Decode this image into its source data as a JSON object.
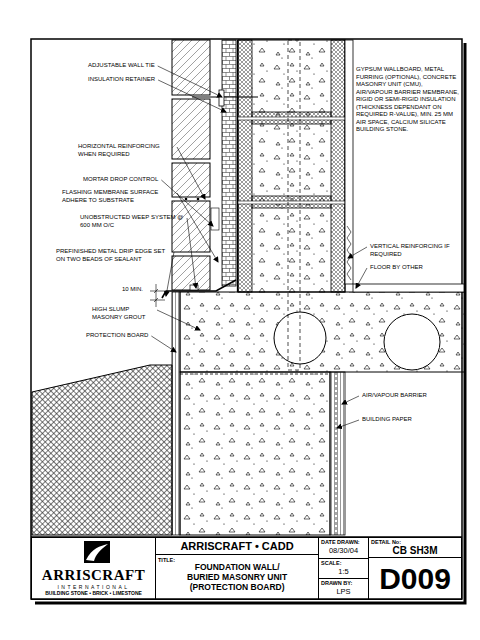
{
  "diagram": {
    "nodes": [
      {
        "text": [
          "ARRISCRAFT",
          "INTERNATIONAL",
          "BUILDING STONE • BRICK • LIMESTONE"
        ]
      },
      {
        "text": [
          "ARRISCRAFT • CADD"
        ]
      },
      {
        "text": [
          "TITLE:",
          "FOUNDATION WALL/ BURIED MASONRY UNIT (PROTECTION BOARD)"
        ]
      },
      {
        "text": [
          "DATE DRAWN:",
          "08/30/04"
        ]
      },
      {
        "text": [
          "SCALE:",
          "1:5"
        ]
      },
      {
        "text": [
          "DRAWN BY:",
          "LPS"
        ]
      },
      {
        "text": [
          "DETAIL No:",
          "CB SH3M"
        ]
      },
      {
        "text": [
          "D009"
        ]
      }
    ],
    "labels": [
      "ADJUSTABLE WALL TIE",
      "INSULATION RETAINER",
      "HORIZONTAL REINFORCING WHEN REQUIRED",
      "MORTAR DROP CONTROL",
      "FLASHING MEMBRANE SURFACE ADHERE TO SUBSTRATE",
      "UNOBSTRUCTED WEEP SYSTEM @ 600 MM O/C",
      "PREFINISHED METAL DRIP EDGE SET ON TWO BEADS OF SEALANT",
      "10 MIN.",
      "HIGH SLUMP MASONRY GROUT",
      "PROTECTION BOARD",
      "GYPSUM WALLBOARD, METAL FURRING (OPTIONAL), CONCRETE MASONRY UNIT (CMU), AIR/VAPOUR BARRIER MEMBRANE, RIGID OR SEMI-RIGID INSULATION (THICKNESS DEPENDANT ON REQUIRED R-VALUE), MIN. 25 MM AIR SPACE, CALCIUM SILICATE BUILDING STONE.",
      "VERTICAL REINFORCING IF REQUIRED",
      "FLOOR BY OTHER",
      "AIR/VAPOUR BARRIER",
      "BUILDING PAPER"
    ]
  }
}
